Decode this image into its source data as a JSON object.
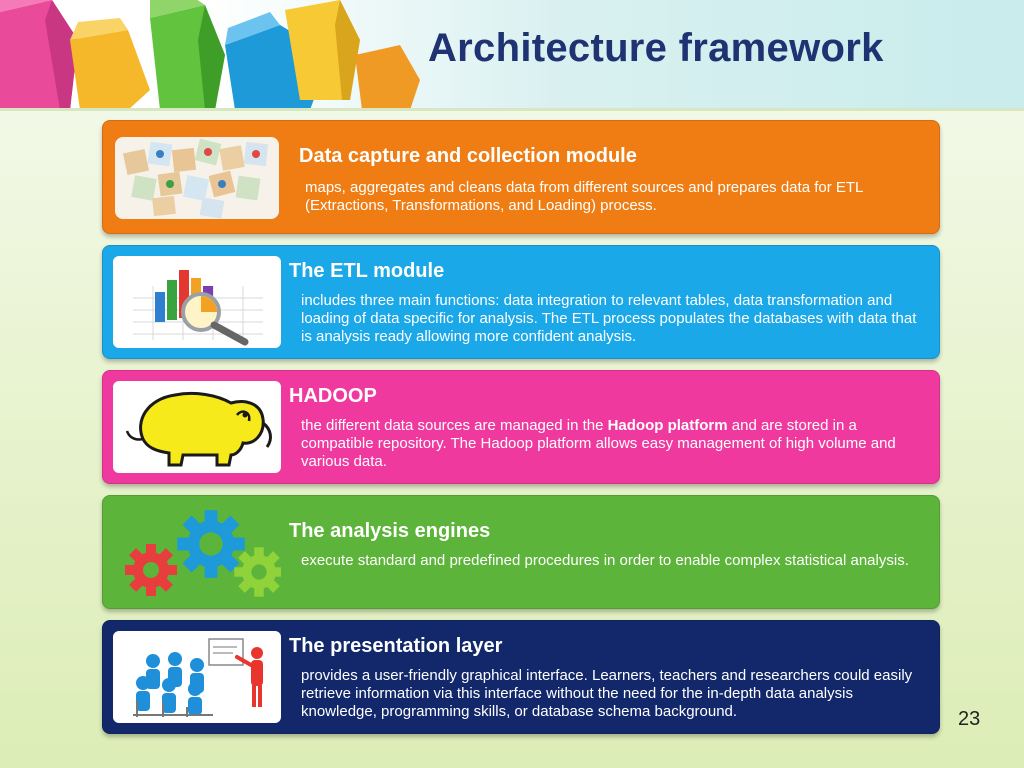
{
  "title": "Architecture framework",
  "page_number": "23",
  "modules": [
    {
      "heading": "Data capture and collection module",
      "text": "maps, aggregates and cleans data from different sources and prepares data for ETL (Extractions, Transformations, and Loading) process.",
      "color": "#f07d14",
      "image": "puzzle-tiles-image"
    },
    {
      "heading": "The ETL module",
      "text": "includes three main functions: data integration to relevant tables, data transformation and loading of data specific for analysis. The ETL process populates the databases with data that is analysis ready allowing more confident analysis.",
      "color": "#1aa8e8",
      "image": "chart-magnifier-image"
    },
    {
      "heading": "HADOOP",
      "text_before": "the different data sources are managed in the ",
      "text_bold": "Hadoop platform",
      "text_after": " and are stored in a compatible repository. The Hadoop platform allows easy management of high volume and various data.",
      "color": "#f0399f",
      "image": "hadoop-elephant-image"
    },
    {
      "heading": "The analysis engines",
      "text": "execute standard and predefined procedures in order to enable complex statistical analysis.",
      "color": "#5db43a",
      "image": "gears-image"
    },
    {
      "heading": "The presentation layer",
      "text": "provides a user-friendly graphical interface. Learners, teachers and researchers could easily retrieve information via this interface without the need for the in-depth data analysis knowledge, programming skills, or database schema background.",
      "color": "#13286b",
      "image": "presentation-figures-image"
    }
  ]
}
